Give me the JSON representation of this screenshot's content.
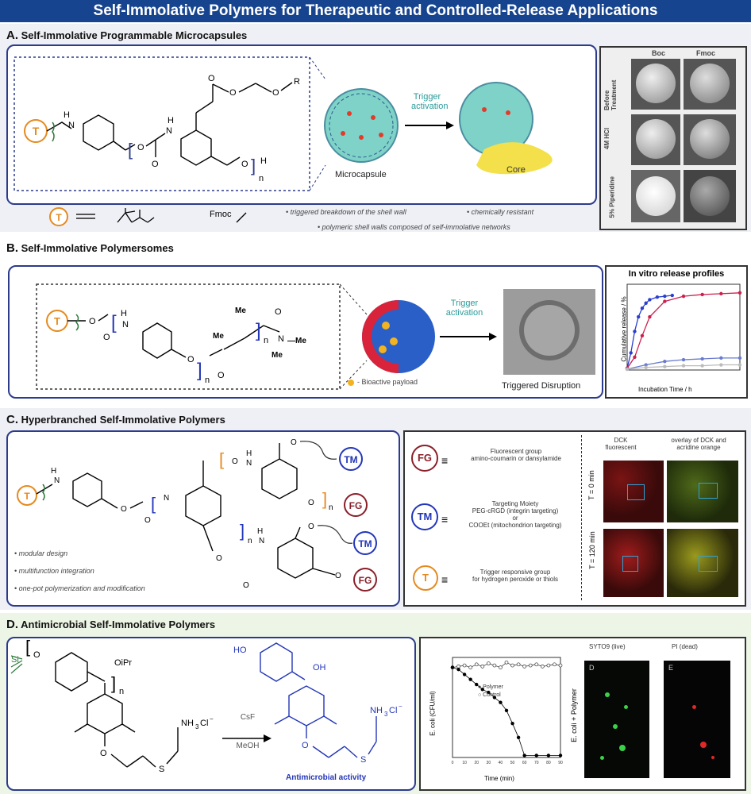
{
  "title": "Self-Immolative Polymers for Therapeutic and Controlled-Release Applications",
  "sections": {
    "A": {
      "letter": "A.",
      "heading": "Self-Immolative Programmable Microcapsules",
      "trigger_label_1": "Trigger",
      "trigger_label_2": "activation",
      "microcapsule_label": "Microcapsule",
      "core_label": "Core",
      "fmoc_label": "Fmoc",
      "bullet_1": "• triggered breakdown of the shell wall",
      "bullet_2": "• chemically resistant",
      "bullet_3": "• polymeric shell walls composed of self-immolative networks",
      "sem_col_1": "Boc",
      "sem_col_2": "Fmoc",
      "sem_row_1": "Before Treatment",
      "sem_row_2": "4M HCl",
      "sem_row_3": "5% Piperidine"
    },
    "B": {
      "letter": "B.",
      "heading": "Self-Immolative Polymersomes",
      "trigger_label_1": "Trigger",
      "trigger_label_2": "activation",
      "payload_label": "- Bioactive payload",
      "disruption_label": "Triggered Disruption",
      "chart_title": "In vitro release profiles",
      "me_label": "Me",
      "n_label": "n"
    },
    "C": {
      "letter": "C.",
      "heading": "Hyperbranched Self-Immolative Polymers",
      "bullet_1": "• modular design",
      "bullet_2": "• multifunction integration",
      "bullet_3": "• one-pot polymerization and modification",
      "fg_desc_1": "Fluorescent group",
      "fg_desc_2": "amino-coumarin or dansylamide",
      "tm_desc_1": "Targeting Moiety",
      "tm_desc_2": "PEG-cRGD (integrin targeting)",
      "tm_desc_3": "or",
      "tm_desc_4": "COOEt (mitochondrion targeting)",
      "t_desc_1": "Trigger responsive group",
      "t_desc_2": "for hydrogen peroxide or thiols",
      "col_1_1": "DCK",
      "col_1_2": "fluorescent",
      "col_2_1": "overlay of DCK and",
      "col_2_2": "acridine orange",
      "row_1": "T = 0 min",
      "row_2": "T = 120 min",
      "tag_fg": "FG",
      "tag_tm": "TM",
      "tag_t": "T"
    },
    "D": {
      "letter": "D.",
      "heading": "Antimicrobial Self-Immolative Polymers",
      "reagent_1": "CsF",
      "reagent_2": "MeOH",
      "activity_label": "Antimicrobial activity",
      "chart_ylabel": "E. coli (CFU/ml)",
      "chart_xlabel": "Time (min)",
      "legend_1": "● Polymer",
      "legend_2": "○ Control",
      "side_label": "E. coli + Polymer",
      "fluor_1": "SYTO9 (live)",
      "fluor_2": "PI (dead)",
      "panel_d": "D",
      "panel_e": "E"
    }
  },
  "chart_data": [
    {
      "type": "line",
      "title": "In vitro release profiles",
      "xlabel": "Incubation Time / h",
      "ylabel": "Cumulative release / %",
      "xlim": [
        0,
        120
      ],
      "ylim": [
        0,
        100
      ],
      "series": [
        {
          "x": [
            0,
            4,
            8,
            12,
            16,
            20,
            24,
            32,
            40,
            48
          ],
          "values": [
            2,
            20,
            45,
            62,
            72,
            78,
            82,
            85,
            86,
            87
          ],
          "color": "#2a3fd0"
        },
        {
          "x": [
            0,
            8,
            16,
            24,
            40,
            60,
            80,
            100,
            120
          ],
          "values": [
            2,
            15,
            40,
            62,
            80,
            86,
            88,
            89,
            90
          ],
          "color": "#cc1f4e"
        },
        {
          "x": [
            0,
            20,
            40,
            60,
            80,
            100,
            120
          ],
          "values": [
            1,
            6,
            10,
            12,
            13,
            14,
            14
          ],
          "color": "#6a7bd0"
        },
        {
          "x": [
            0,
            20,
            40,
            60,
            80,
            100,
            120
          ],
          "values": [
            1,
            3,
            4,
            5,
            5,
            6,
            6
          ],
          "color": "#bbbbbb"
        }
      ]
    },
    {
      "type": "scatter",
      "xlabel": "Time (min)",
      "ylabel": "E. coli (CFU/ml)",
      "x_ticks": [
        "0",
        "10",
        "20",
        "30",
        "40",
        "50",
        "60",
        "70",
        "80",
        "90"
      ],
      "series": [
        {
          "name": "Polymer",
          "x": [
            0,
            5,
            10,
            15,
            20,
            25,
            30,
            35,
            40,
            45,
            50,
            55,
            60,
            70,
            80,
            90
          ],
          "values": [
            9,
            8.8,
            8.3,
            7.8,
            7.3,
            6.8,
            6.5,
            6.0,
            5.5,
            4.7,
            3.4,
            2.0,
            0.2,
            0.2,
            0.2,
            0.2
          ]
        },
        {
          "name": "Control",
          "x": [
            0,
            5,
            10,
            15,
            20,
            25,
            30,
            35,
            40,
            45,
            50,
            55,
            60,
            65,
            70,
            75,
            80,
            85,
            90
          ],
          "values": [
            9,
            9.1,
            9.2,
            9.0,
            9.3,
            9.1,
            9.4,
            9.2,
            9.0,
            9.5,
            9.2,
            9.3,
            9.1,
            9.2,
            9.3,
            9.1,
            9.2,
            9.3,
            9.2
          ]
        }
      ]
    }
  ]
}
